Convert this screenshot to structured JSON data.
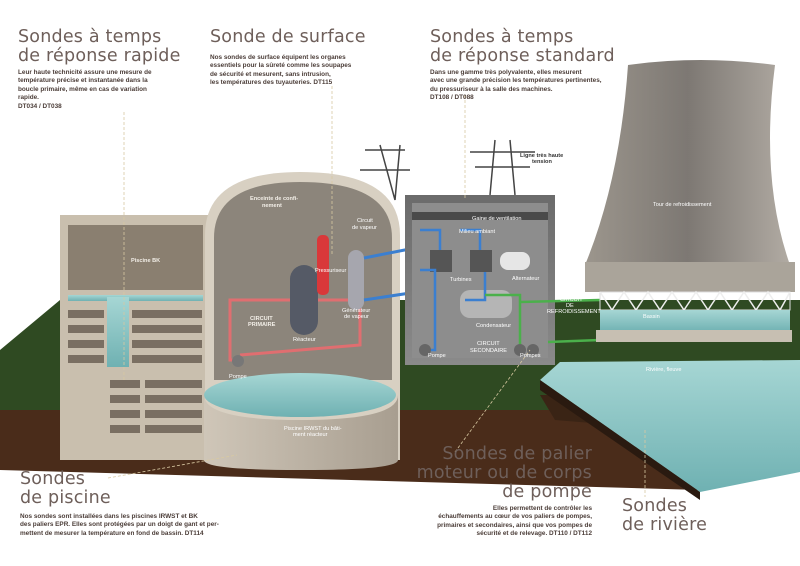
{
  "callouts": {
    "rapide": {
      "title": [
        "Sondes à temps",
        "de réponse rapide"
      ],
      "body": [
        "Leur haute technicité assure une mesure de",
        "température précise et instantanée dans la",
        "boucle primaire, même en cas de variation",
        "rapide.",
        "DT034 / DT038"
      ]
    },
    "surface": {
      "title": [
        "Sonde de surface"
      ],
      "body": [
        "Nos sondes de surface équipent les organes",
        "essentiels pour la sûreté comme les soupapes",
        "de sécurité et mesurent, sans intrusion,",
        "les températures des tuyauteries. DT115"
      ]
    },
    "standard": {
      "title": [
        "Sondes à temps",
        "de réponse standard"
      ],
      "body": [
        "Dans une gamme très polyvalente, elles mesurent",
        "avec une grande précision les températures pertinentes,",
        "du pressuriseur à la salle des machines.",
        "DT108 / DT088"
      ]
    },
    "piscine": {
      "title": [
        "Sondes",
        "de piscine"
      ],
      "body": [
        "Nos sondes sont installées dans les piscines IRWST et BK",
        "des paliers EPR. Elles sont protégées par un doigt de gant et per-",
        "mettent de mesurer la température en fond de bassin. DT114"
      ]
    },
    "palier": {
      "title": [
        "Sondes de palier",
        "moteur ou de corps",
        "de pompe"
      ],
      "body": [
        "Elles permettent de contrôler les",
        "échauffements au cœur de vos paliers de pompes,",
        "primaires et secondaires, ainsi que vos pompes de",
        "sécurité et de relevage. DT110 / DT112"
      ]
    },
    "riviere": {
      "title": [
        "Sondes",
        "de rivière"
      ]
    }
  },
  "diagram_labels": {
    "enceinte": [
      "Enceinte de confi-",
      "nement"
    ],
    "circuit_vapeur": [
      "Circuit",
      "de vapeur"
    ],
    "pressuriseur": "Pressuriseur",
    "generateur": [
      "Générateur",
      "de vapeur"
    ],
    "circuit_primaire": [
      "CIRCUIT",
      "PRIMAIRE"
    ],
    "reacteur": "Réacteur",
    "pompe_primaire": "Pompe",
    "piscine_bk": "Piscine BK",
    "piscine_irwst": [
      "Piscine IRWST du bâti-",
      "ment réacteur"
    ],
    "ligne_ht": [
      "Ligne très haute",
      "tension"
    ],
    "gaine": "Gaine de ventilation",
    "milieu": "Milieu ambiant",
    "turbines": "Turbines",
    "alternateur": "Alternateur",
    "condensateur": "Condensateur",
    "circuit_secondaire": [
      "CIRCUIT",
      "SECONDAIRE"
    ],
    "pompe_sec": "Pompe",
    "pompes": "Pompes",
    "circuit_refroid": [
      "CIRCUIT",
      "DE",
      "REFROIDISSEMENT"
    ],
    "tour": "Tour de refroidissement",
    "bassin": "Bassin",
    "riviere": "Rivière, fleuve"
  },
  "colors": {
    "title": "#6e5f5a",
    "primary": "#d9383a",
    "secondary": "#3b7fd0",
    "cooling": "#4bb04b",
    "water": "#8cc8c8",
    "soil": "#4a2c1a",
    "grass": "#2f4a22"
  }
}
